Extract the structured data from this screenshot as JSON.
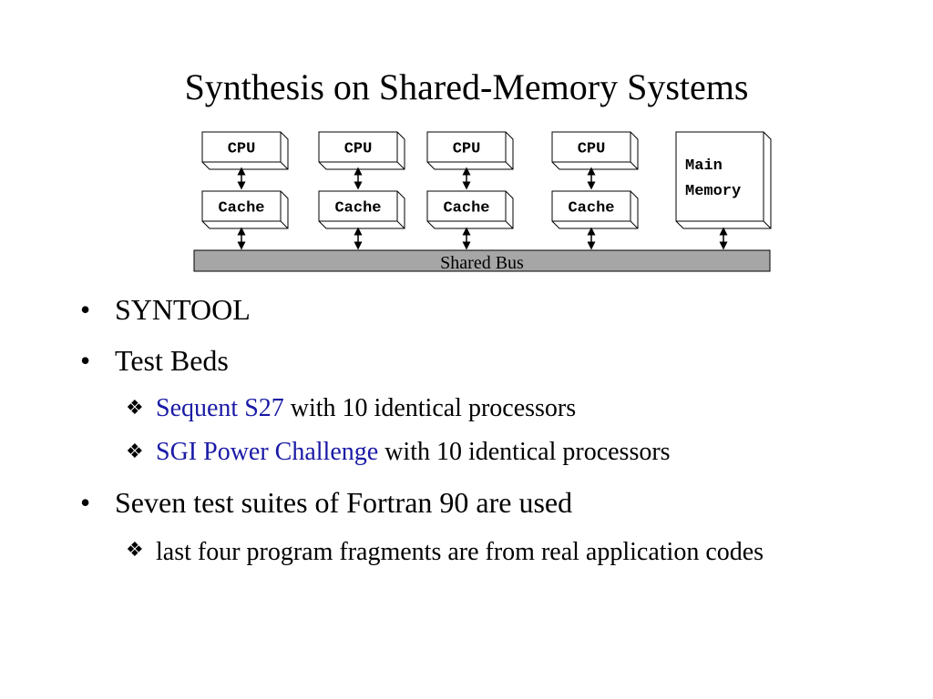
{
  "title": "Synthesis on Shared-Memory Systems",
  "diagram": {
    "cpu_label": "CPU",
    "cache_label": "Cache",
    "memory_line1": "Main",
    "memory_line2": "Memory",
    "bus_label": "Shared Bus",
    "colors": {
      "bus_fill": "#a6a6a6",
      "box_fill": "#ffffff",
      "stroke": "#000000"
    }
  },
  "bullets": [
    {
      "text": "SYNTOOL"
    },
    {
      "text": "Test Beds",
      "subitems": [
        {
          "highlight": "Sequent S27",
          "rest": " with 10 identical processors"
        },
        {
          "highlight": "SGI Power Challenge",
          "rest": " with 10 identical processors"
        }
      ]
    },
    {
      "text": "Seven test suites of Fortran 90 are used",
      "subitems": [
        {
          "highlight": "",
          "rest": "last four program fragments are from real application codes"
        }
      ]
    }
  ],
  "bullet_symbol": "•",
  "sub_bullet_symbol": "❖",
  "colors": {
    "highlight": "#1a1aa6",
    "text": "#000000"
  }
}
